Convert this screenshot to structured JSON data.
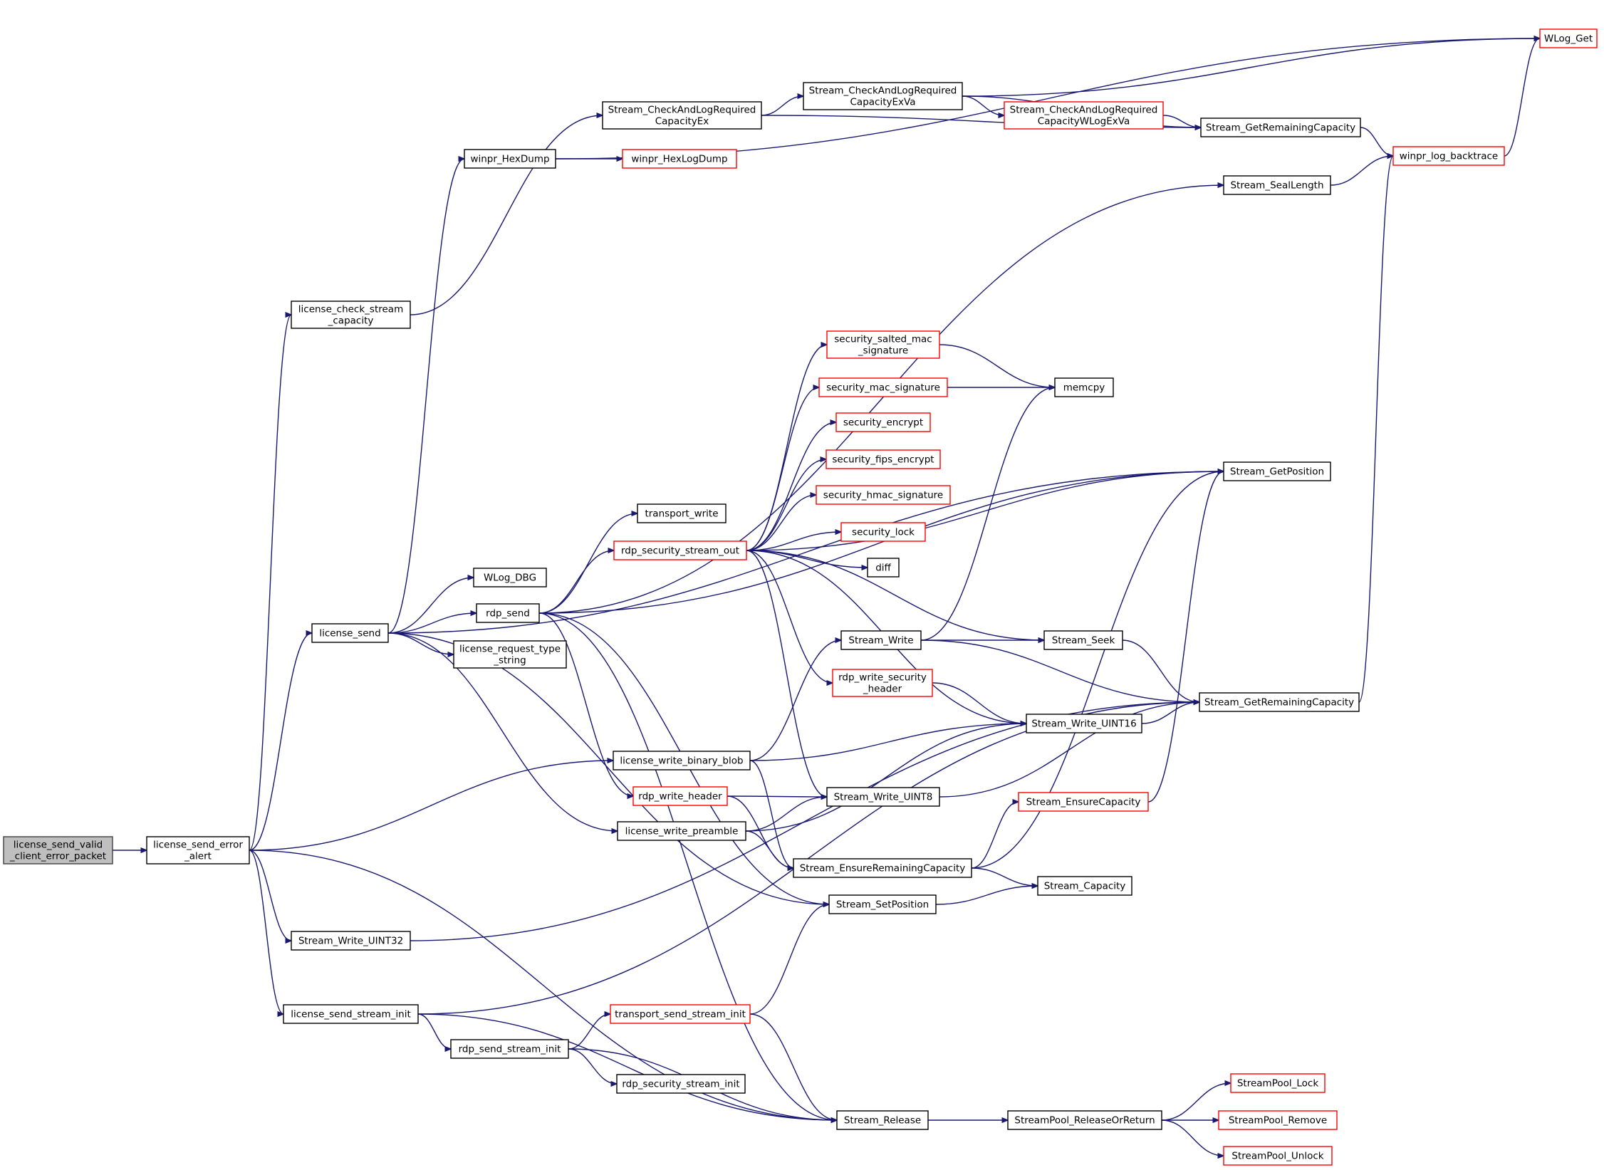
{
  "colors": {
    "edge": "#191970",
    "node_border": "#000000",
    "node_border_link": "#ff0000",
    "root_fill": "#bfbfbf",
    "background": "#ffffff"
  },
  "nodes": [
    {
      "id": "root",
      "lines": [
        "license_send_valid",
        "_client_error_packet"
      ],
      "style": "root"
    },
    {
      "id": "lsea",
      "lines": [
        "license_send_error",
        "_alert"
      ],
      "style": "normal"
    },
    {
      "id": "lcsc",
      "lines": [
        "license_check_stream",
        "_capacity"
      ],
      "style": "normal"
    },
    {
      "id": "lsend",
      "lines": [
        "license_send"
      ],
      "style": "normal"
    },
    {
      "id": "swu32",
      "lines": [
        "Stream_Write_UINT32"
      ],
      "style": "normal"
    },
    {
      "id": "lssi",
      "lines": [
        "license_send_stream_init"
      ],
      "style": "normal"
    },
    {
      "id": "lwbb",
      "lines": [
        "license_write_binary_blob"
      ],
      "style": "normal"
    },
    {
      "id": "scalrce",
      "lines": [
        "Stream_CheckAndLogRequired",
        "CapacityEx"
      ],
      "style": "normal"
    },
    {
      "id": "whd",
      "lines": [
        "winpr_HexDump"
      ],
      "style": "normal"
    },
    {
      "id": "wdbg",
      "lines": [
        "WLog_DBG"
      ],
      "style": "normal"
    },
    {
      "id": "rsend",
      "lines": [
        "rdp_send"
      ],
      "style": "normal"
    },
    {
      "id": "lrts",
      "lines": [
        "license_request_type",
        "_string"
      ],
      "style": "normal"
    },
    {
      "id": "lwp",
      "lines": [
        "license_write_preamble"
      ],
      "style": "normal"
    },
    {
      "id": "rssi",
      "lines": [
        "rdp_send_stream_init"
      ],
      "style": "normal"
    },
    {
      "id": "scalrcev",
      "lines": [
        "Stream_CheckAndLogRequired",
        "CapacityExVa"
      ],
      "style": "normal"
    },
    {
      "id": "whld",
      "lines": [
        "winpr_HexLogDump"
      ],
      "style": "red"
    },
    {
      "id": "tw",
      "lines": [
        "transport_write"
      ],
      "style": "normal"
    },
    {
      "id": "rsso",
      "lines": [
        "rdp_security_stream_out"
      ],
      "style": "red"
    },
    {
      "id": "rwh",
      "lines": [
        "rdp_write_header"
      ],
      "style": "red"
    },
    {
      "id": "tssi",
      "lines": [
        "transport_send_stream_init"
      ],
      "style": "red"
    },
    {
      "id": "rssinit",
      "lines": [
        "rdp_security_stream_init"
      ],
      "style": "normal"
    },
    {
      "id": "scalrcw",
      "lines": [
        "Stream_CheckAndLogRequired",
        "CapacityWLogExVa"
      ],
      "style": "red"
    },
    {
      "id": "ssms",
      "lines": [
        "security_salted_mac",
        "_signature"
      ],
      "style": "red"
    },
    {
      "id": "sms",
      "lines": [
        "security_mac_signature"
      ],
      "style": "red"
    },
    {
      "id": "se",
      "lines": [
        "security_encrypt"
      ],
      "style": "red"
    },
    {
      "id": "sfe",
      "lines": [
        "security_fips_encrypt"
      ],
      "style": "red"
    },
    {
      "id": "shs",
      "lines": [
        "security_hmac_signature"
      ],
      "style": "red"
    },
    {
      "id": "sl",
      "lines": [
        "security_lock"
      ],
      "style": "red"
    },
    {
      "id": "diff",
      "lines": [
        "diff"
      ],
      "style": "normal"
    },
    {
      "id": "sw",
      "lines": [
        "Stream_Write"
      ],
      "style": "normal"
    },
    {
      "id": "rwsh",
      "lines": [
        "rdp_write_security",
        "_header"
      ],
      "style": "red"
    },
    {
      "id": "swu8",
      "lines": [
        "Stream_Write_UINT8"
      ],
      "style": "normal"
    },
    {
      "id": "serc",
      "lines": [
        "Stream_EnsureRemainingCapacity"
      ],
      "style": "normal"
    },
    {
      "id": "ssp",
      "lines": [
        "Stream_SetPosition"
      ],
      "style": "normal"
    },
    {
      "id": "srel",
      "lines": [
        "Stream_Release"
      ],
      "style": "normal"
    },
    {
      "id": "memcpy",
      "lines": [
        "memcpy"
      ],
      "style": "normal"
    },
    {
      "id": "sseek",
      "lines": [
        "Stream_Seek"
      ],
      "style": "normal"
    },
    {
      "id": "swu16",
      "lines": [
        "Stream_Write_UINT16"
      ],
      "style": "normal"
    },
    {
      "id": "sec",
      "lines": [
        "Stream_EnsureCapacity"
      ],
      "style": "red"
    },
    {
      "id": "scap",
      "lines": [
        "Stream_Capacity"
      ],
      "style": "normal"
    },
    {
      "id": "spror",
      "lines": [
        "StreamPool_ReleaseOrReturn"
      ],
      "style": "normal"
    },
    {
      "id": "sgrc1",
      "lines": [
        "Stream_GetRemainingCapacity"
      ],
      "style": "normal"
    },
    {
      "id": "ssl",
      "lines": [
        "Stream_SealLength"
      ],
      "style": "normal"
    },
    {
      "id": "sgp",
      "lines": [
        "Stream_GetPosition"
      ],
      "style": "normal"
    },
    {
      "id": "sgrc2",
      "lines": [
        "Stream_GetRemainingCapacity"
      ],
      "style": "normal"
    },
    {
      "id": "splock",
      "lines": [
        "StreamPool_Lock"
      ],
      "style": "red"
    },
    {
      "id": "sprem",
      "lines": [
        "StreamPool_Remove"
      ],
      "style": "red"
    },
    {
      "id": "spunl",
      "lines": [
        "StreamPool_Unlock"
      ],
      "style": "red"
    },
    {
      "id": "wlg",
      "lines": [
        "WLog_Get"
      ],
      "style": "red"
    },
    {
      "id": "wlb",
      "lines": [
        "winpr_log_backtrace"
      ],
      "style": "red"
    }
  ],
  "edges": [
    [
      "root",
      "lsea"
    ],
    [
      "lsea",
      "lcsc"
    ],
    [
      "lsea",
      "lsend"
    ],
    [
      "lsea",
      "swu32"
    ],
    [
      "lsea",
      "lssi"
    ],
    [
      "lsea",
      "lwbb"
    ],
    [
      "lsea",
      "srel"
    ],
    [
      "lcsc",
      "scalrce"
    ],
    [
      "lsend",
      "whd"
    ],
    [
      "lsend",
      "wdbg"
    ],
    [
      "lsend",
      "rsend"
    ],
    [
      "lsend",
      "lrts"
    ],
    [
      "lsend",
      "lwp"
    ],
    [
      "lsend",
      "ssp"
    ],
    [
      "lsend",
      "sgp"
    ],
    [
      "swu32",
      "sgrc2"
    ],
    [
      "lssi",
      "rssi"
    ],
    [
      "lssi",
      "srel"
    ],
    [
      "lssi",
      "sgrc2"
    ],
    [
      "lwbb",
      "sw"
    ],
    [
      "lwbb",
      "swu16"
    ],
    [
      "lwbb",
      "serc"
    ],
    [
      "whd",
      "whld"
    ],
    [
      "whd",
      "wlg"
    ],
    [
      "rsend",
      "tw"
    ],
    [
      "rsend",
      "rsso"
    ],
    [
      "rsend",
      "rwh"
    ],
    [
      "rsend",
      "ssp"
    ],
    [
      "rsend",
      "srel"
    ],
    [
      "rsend",
      "sgp"
    ],
    [
      "rsend",
      "ssl"
    ],
    [
      "lwp",
      "swu8"
    ],
    [
      "lwp",
      "swu16"
    ],
    [
      "lwp",
      "serc"
    ],
    [
      "rssi",
      "tssi"
    ],
    [
      "rssi",
      "rssinit"
    ],
    [
      "rssi",
      "srel"
    ],
    [
      "scalrce",
      "scalrcev"
    ],
    [
      "scalrce",
      "sgrc1"
    ],
    [
      "scalrcev",
      "scalrcw"
    ],
    [
      "scalrcev",
      "sgrc1"
    ],
    [
      "scalrcev",
      "wlg"
    ],
    [
      "scalrcw",
      "sgrc1"
    ],
    [
      "sgrc1",
      "wlb"
    ],
    [
      "rsso",
      "ssms"
    ],
    [
      "rsso",
      "sms"
    ],
    [
      "rsso",
      "se"
    ],
    [
      "rsso",
      "sfe"
    ],
    [
      "rsso",
      "shs"
    ],
    [
      "rsso",
      "sl"
    ],
    [
      "rsso",
      "diff"
    ],
    [
      "rsso",
      "sseek"
    ],
    [
      "rsso",
      "rwsh"
    ],
    [
      "rsso",
      "swu16"
    ],
    [
      "rsso",
      "swu8"
    ],
    [
      "rsso",
      "sgp"
    ],
    [
      "rwh",
      "swu8"
    ],
    [
      "rwh",
      "serc"
    ],
    [
      "tssi",
      "ssp"
    ],
    [
      "tssi",
      "srel"
    ],
    [
      "ssms",
      "memcpy"
    ],
    [
      "sms",
      "memcpy"
    ],
    [
      "sw",
      "sseek"
    ],
    [
      "sw",
      "sgrc2"
    ],
    [
      "sw",
      "memcpy"
    ],
    [
      "rwsh",
      "swu16"
    ],
    [
      "sseek",
      "sgrc2"
    ],
    [
      "swu16",
      "sgrc2"
    ],
    [
      "swu8",
      "sgrc2"
    ],
    [
      "serc",
      "sec"
    ],
    [
      "serc",
      "scap"
    ],
    [
      "serc",
      "sgp"
    ],
    [
      "sec",
      "sgp"
    ],
    [
      "ssp",
      "scap"
    ],
    [
      "srel",
      "spror"
    ],
    [
      "spror",
      "splock"
    ],
    [
      "spror",
      "sprem"
    ],
    [
      "spror",
      "spunl"
    ],
    [
      "ssl",
      "wlb"
    ],
    [
      "sgrc2",
      "wlb"
    ],
    [
      "wlb",
      "wlg"
    ]
  ]
}
